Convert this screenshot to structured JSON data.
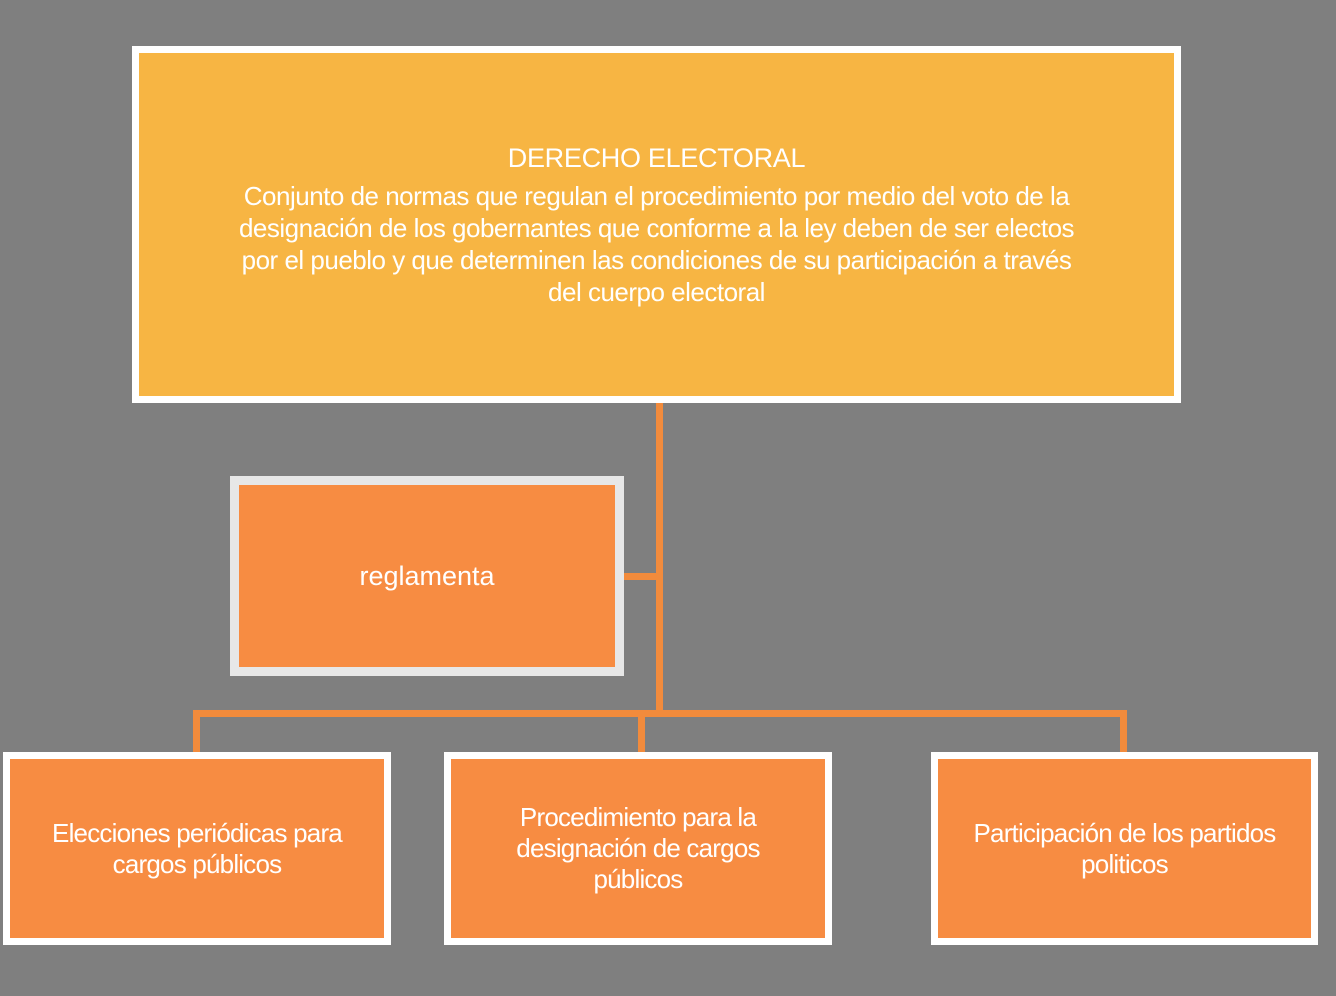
{
  "colors": {
    "background": "#7F7F7F",
    "root-fill": "#F7B543",
    "child-fill": "#F78C42",
    "connector": "#F28B3C",
    "root-border": "#FFFFFF",
    "label-border": "#E7E7E7",
    "text": "#FFFFFF"
  },
  "root": {
    "title": "DERECHO ELECTORAL",
    "description": "Conjunto de normas que regulan el procedimiento por medio del voto de la\ndesignación de los gobernantes que conforme a la ley deben de ser electos\npor el pueblo y que determinen las condiciones de su participación a través\ndel cuerpo electoral"
  },
  "label_node": {
    "text": "reglamenta"
  },
  "children": [
    {
      "text": "Elecciones periódicas para\ncargos públicos"
    },
    {
      "text": "Procedimiento para la\ndesignación de cargos\npúblicos"
    },
    {
      "text": "Participación de los partidos\npoliticos"
    }
  ]
}
